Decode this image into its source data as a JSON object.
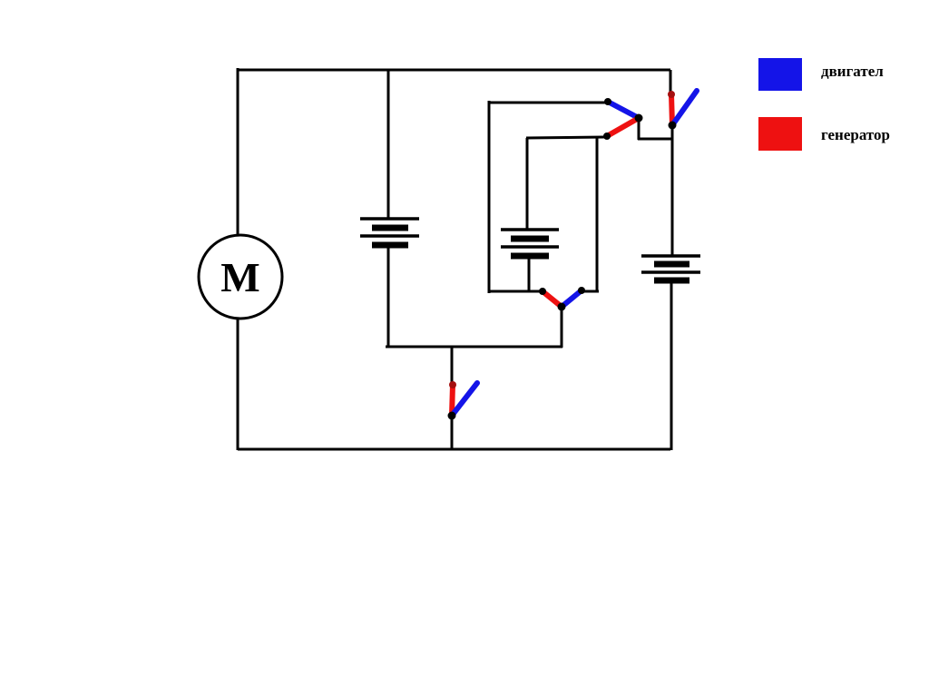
{
  "diagram": {
    "motor_label": "M"
  },
  "colors": {
    "wire": "#000000",
    "blue": "#1414e8",
    "red": "#ee1111",
    "dark_red": "#a50f0f",
    "dot": "#000000"
  },
  "legend": {
    "items": [
      {
        "label": "двигател",
        "color": "#1414e8"
      },
      {
        "label": "генератор",
        "color": "#ee1111"
      }
    ]
  }
}
